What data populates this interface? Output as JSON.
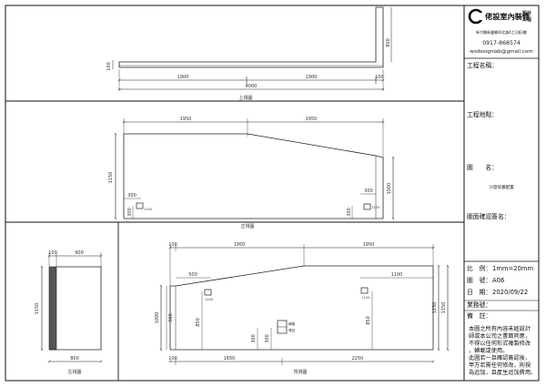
{
  "company": {
    "logo_letter": "C",
    "name": "佬設室內裝修",
    "name_suffix_1": "設計",
    "name_suffix_2": "工程",
    "address": "新竹縣新豐鄉四北路4之1號2樓",
    "phone": "0917-868574",
    "email": "wsdesignlab@gmail.com"
  },
  "titleblock": {
    "project_name_label": "工程名稱：",
    "project_site_label": "工程地點：",
    "drawing_name_label": "圖　　名：",
    "drawing_name_value": "沙發背牆配置",
    "confirm_label": "圖面確認簽名：",
    "scale_label": "比　例：",
    "scale_value": "1mm=20mm",
    "number_label": "圖　號：",
    "number_value": "A06",
    "date_label": "日　期：",
    "date_value": "2020/09/22",
    "staff_label": "業務號：",
    "remarks_label": "備　註：",
    "notes": [
      "本圖之所有內容未經設計",
      "師或本公司之書面同意，",
      "不得以任何形式複製修改",
      "，轉載或使用。",
      "此圖若一旦確認簽認後，",
      "甲方若需任何修改，則視",
      "為追加，且產生追加費用。"
    ]
  },
  "views": {
    "top_view": {
      "caption": "上視圖",
      "dims": {
        "height": "100",
        "vertical": "800",
        "seg1": "1900",
        "seg2": "1900",
        "seg3": "100",
        "total": "4000"
      }
    },
    "front_view": {
      "caption": "正視圖",
      "dims": {
        "top_left": "1950",
        "top_right": "1950",
        "left_height": "1150",
        "right_height": "1000",
        "outlet_left_w": "300",
        "outlet_left_h": "300",
        "outlet_right_w": "300",
        "outlet_right_h": "300",
        "outlet_label_1": "110V",
        "outlet_label_2": "110V"
      }
    },
    "side_view": {
      "caption": "左視圖",
      "dims": {
        "top1": "100",
        "top2": "900",
        "height": "1150",
        "bottom": "800"
      }
    },
    "back_view": {
      "caption": "背視圖",
      "dims": {
        "top_a": "100",
        "top_b": "1950",
        "top_c": "1950",
        "sub_left": "500",
        "sub_right": "1100",
        "left_height": "1000",
        "left_inner": "900",
        "outlet1_h": "850",
        "mid_h1": "300",
        "mid_h2": "300",
        "outlet2_h": "850",
        "right_h1": "1250",
        "right_h2": "1150",
        "bottom_a": "100",
        "bottom_b": "1650",
        "bottom_c": "2250",
        "outlet_label": "110V",
        "box_label_1": "網路",
        "box_label_2": "電話"
      }
    }
  }
}
